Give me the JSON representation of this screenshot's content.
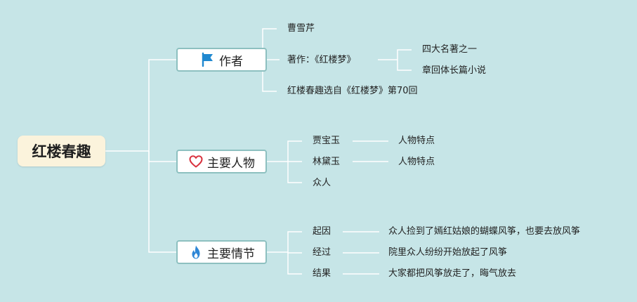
{
  "root": {
    "label": "红楼春趣"
  },
  "branches": {
    "author": {
      "label": "作者",
      "icon": "flag-icon",
      "items": {
        "name": "曹雪芹",
        "work": "著作：《红楼梦》",
        "work_sub_1": "四大名著之一",
        "work_sub_2": "章回体长篇小说",
        "source": "红楼春趣选自《红楼梦》第70回"
      }
    },
    "characters": {
      "label": "主要人物",
      "icon": "heart-icon",
      "items": {
        "c1": "贾宝玉",
        "c1_trait": "人物特点",
        "c2": "林黛玉",
        "c2_trait": "人物特点",
        "c3": "众人"
      }
    },
    "plot": {
      "label": "主要情节",
      "icon": "flame-icon",
      "items": {
        "start": "起因",
        "start_text": "众人捡到了嫣红姑娘的蝴蝶风筝，也要去放风筝",
        "process": "经过",
        "process_text": "院里众人纷纷开始放起了风筝",
        "result": "结果",
        "result_text": "大家都把风筝放走了，晦气放去"
      }
    }
  },
  "colors": {
    "background": "#c6e5e7",
    "connector": "#ffffff",
    "branch_border": "#8dc0c0",
    "flag": "#1f88d0",
    "heart": "#d9333f",
    "flame": "#2e86d6"
  }
}
